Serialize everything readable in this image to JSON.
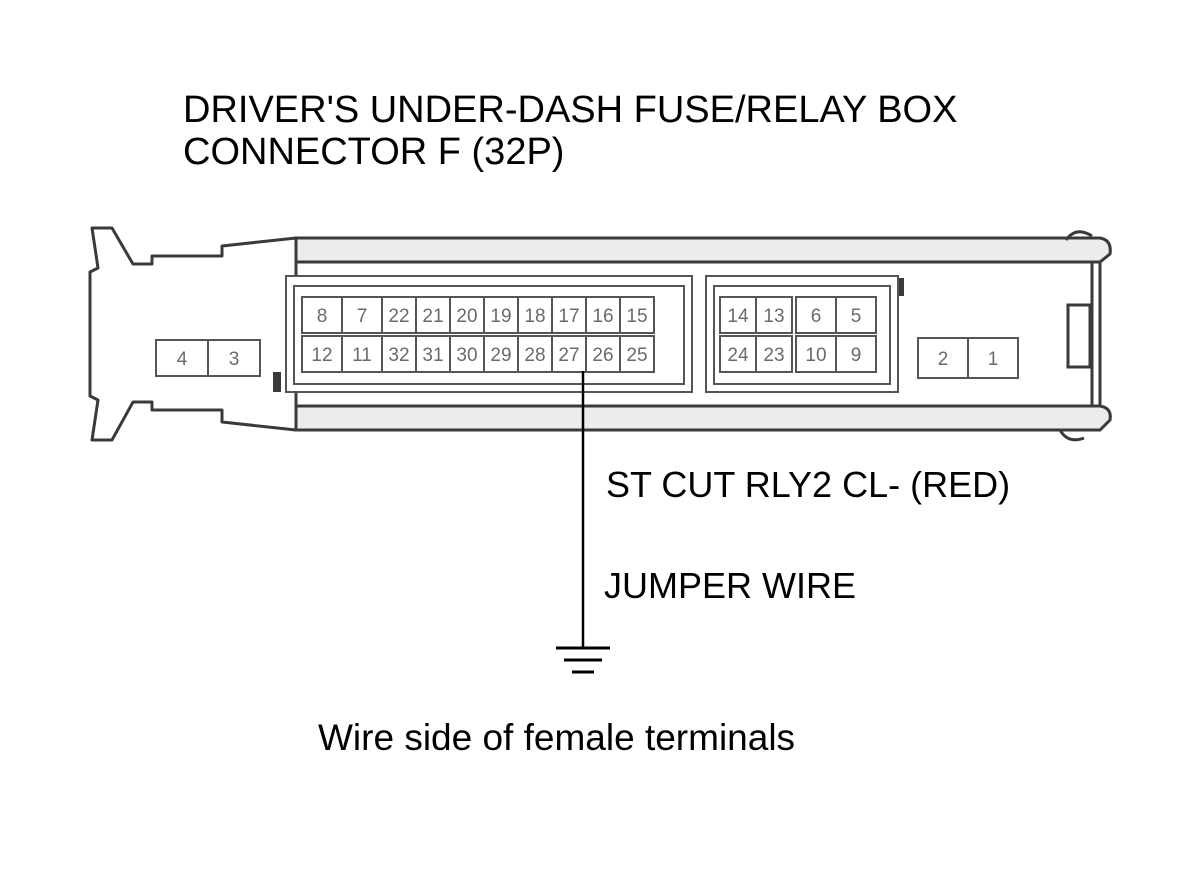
{
  "title": {
    "line1": "DRIVER'S UNDER-DASH FUSE/RELAY BOX",
    "line2": "CONNECTOR F (32P)"
  },
  "connector": {
    "left_pins": [
      "4",
      "3"
    ],
    "main_block": {
      "top_row": [
        "8",
        "7",
        "22",
        "21",
        "20",
        "19",
        "18",
        "17",
        "16",
        "15"
      ],
      "bottom_row": [
        "12",
        "11",
        "32",
        "31",
        "30",
        "29",
        "28",
        "27",
        "26",
        "25"
      ]
    },
    "right_block": {
      "top_row": [
        "14",
        "13",
        "6",
        "5"
      ],
      "bottom_row": [
        "24",
        "23",
        "10",
        "9"
      ]
    },
    "far_right_pins": [
      "2",
      "1"
    ]
  },
  "probe": {
    "terminal": "27",
    "label": "ST CUT RLY2 CL- (RED)",
    "wire_label": "JUMPER WIRE",
    "ground_icon": "ground-symbol"
  },
  "footer": {
    "caption": "Wire side of female terminals"
  },
  "colors": {
    "outline": "#3a3a3a",
    "housing_fill": "#ececec",
    "pin_text": "#6a6a6a"
  }
}
